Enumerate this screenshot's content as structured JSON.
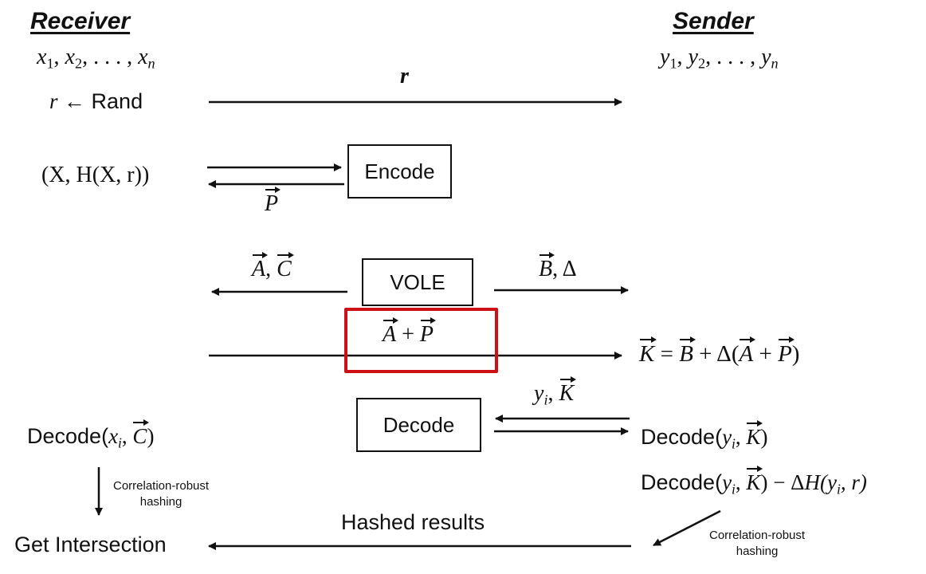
{
  "receiver": {
    "title": "Receiver",
    "inputs": {
      "var": "x",
      "subs": [
        "1",
        "2",
        "n"
      ]
    },
    "rand": {
      "var": "r",
      "arrow": "←",
      "label": "Rand"
    },
    "encode_input": "(X, H(X, r))",
    "decode": {
      "fn": "Decode(",
      "var": "x",
      "sub": "i",
      "sep": ", ",
      "vec": "C",
      "close": ")"
    },
    "hash_label": [
      "Correlation-robust",
      "hashing"
    ],
    "result": "Get Intersection"
  },
  "sender": {
    "title": "Sender",
    "inputs": {
      "var": "y",
      "subs": [
        "1",
        "2",
        "n"
      ]
    },
    "key_eq": {
      "lhs": "K",
      "eq": " = ",
      "b": "B",
      "plus1": " + Δ(",
      "a": "A",
      "plus2": " + ",
      "p": "P",
      "close": ")"
    },
    "decode": {
      "fn": "Decode(",
      "var": "y",
      "sub": "i",
      "sep": ", ",
      "vec": "K",
      "close": ")"
    },
    "decode_minus": {
      "fn": "Decode(",
      "var": "y",
      "sub": "i",
      "sep": ", ",
      "vec": "K",
      "close": ")",
      "minus": " − Δ",
      "h": "H(",
      "hvar": "y",
      "hsub": "i",
      "hrest": ", r)"
    },
    "hash_label": [
      "Correlation-robust",
      "hashing"
    ]
  },
  "messages": {
    "r": "r",
    "p_vec": "P",
    "ac": {
      "a": "A",
      "sep": ", ",
      "c": "C"
    },
    "b_delta": {
      "b": "B",
      "sep": ", ",
      "delta": "Δ"
    },
    "a_plus_p": {
      "a": "A",
      "plus": " + ",
      "p": "P"
    },
    "yi_k": {
      "var": "y",
      "sub": "i",
      "sep": ", ",
      "k": "K"
    },
    "hashed_results": "Hashed results"
  },
  "boxes": {
    "encode": "Encode",
    "vole": "VOLE",
    "decode": "Decode"
  },
  "colors": {
    "highlight": "#cc1016",
    "ink": "#111111"
  }
}
